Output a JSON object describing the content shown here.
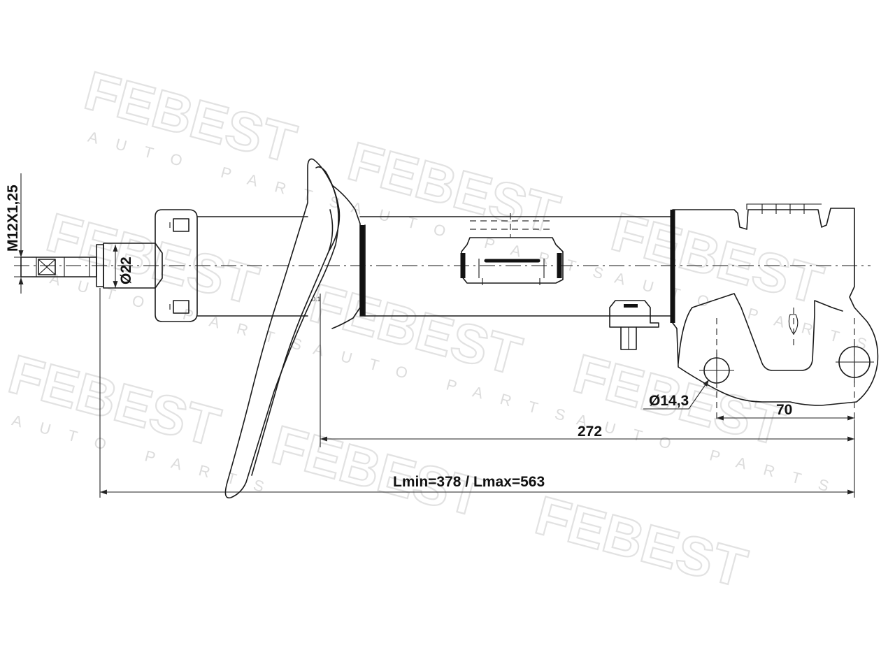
{
  "watermark": {
    "brand": "FEBEST",
    "sub": "AUTO PARTS"
  },
  "dimensions": {
    "thread": "M12X1,25",
    "rod_diameter": "Ø22",
    "bolt_hole": "Ø14,3",
    "hole_spacing": "70",
    "body_length": "272",
    "length_range": "Lmin=378 / Lmax=563"
  },
  "marks": {
    "small_label": "0.1"
  }
}
